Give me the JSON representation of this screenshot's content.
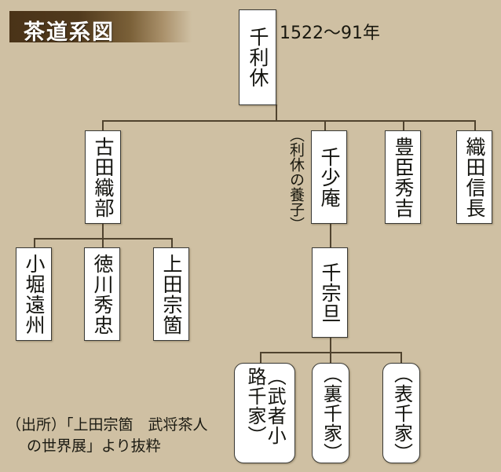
{
  "header": {
    "title": "茶道系図"
  },
  "annotations": {
    "rikyu_dates": "1522〜91年",
    "shoan_note": "（利休の養子）"
  },
  "nodes": {
    "rikyu": "千利休",
    "oribe": "古田織部",
    "shoan": "千少庵",
    "hideyoshi": "豊臣秀吉",
    "nobunaga": "織田信長",
    "enshu": "小堀遠州",
    "hidetada": "徳川秀忠",
    "soko": "上田宗箇",
    "sotan": "千宗旦",
    "mushanokoji": "（武者小路千家）",
    "urasenke": "（裏千家）",
    "omotesenke": "（表千家）"
  },
  "source": {
    "line1": "（出所）「上田宗箇　武将茶人",
    "line2": "の世界展」より抜粋"
  },
  "colors": {
    "background": "#cfc0a3",
    "banner_dark": "#4a3318",
    "line": "#50432e",
    "node_fill": "#ffffff",
    "text": "#14140f"
  }
}
